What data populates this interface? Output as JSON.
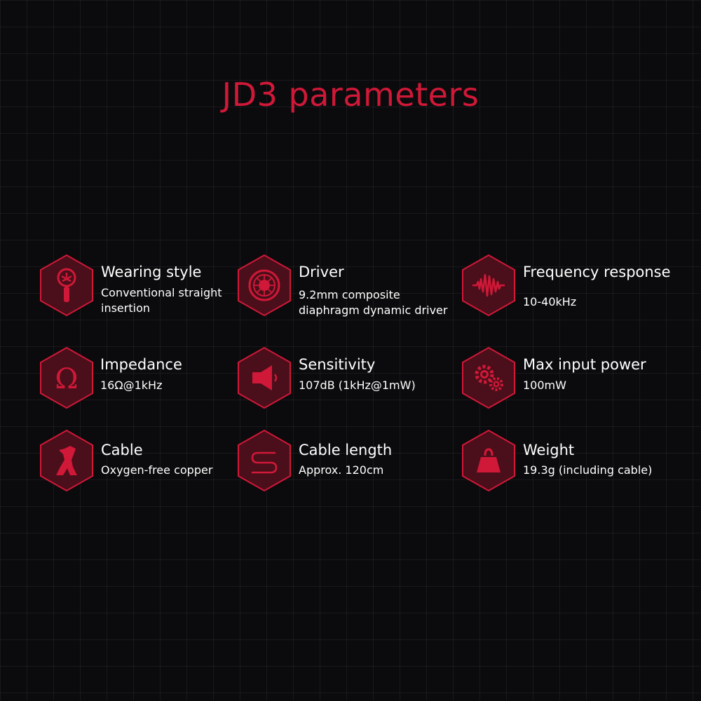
{
  "title": "JD3 parameters",
  "colors": {
    "accent": "#d01838",
    "hex_fill": "#4a0f1a",
    "background": "#0b0b0d",
    "text": "#ffffff"
  },
  "parameters": [
    {
      "label": "Wearing style",
      "value": "Conventional straight insertion",
      "icon": "earphone-icon"
    },
    {
      "label": "Driver",
      "value": "9.2mm composite diaphragm dynamic driver",
      "icon": "driver-icon"
    },
    {
      "label": "Frequency response",
      "value": "10-40kHz",
      "icon": "waveform-icon"
    },
    {
      "label": "Impedance",
      "value": "16Ω@1kHz",
      "icon": "omega-icon"
    },
    {
      "label": "Sensitivity",
      "value": "107dB (1kHz@1mW)",
      "icon": "speaker-icon"
    },
    {
      "label": "Max input power",
      "value": "100mW",
      "icon": "gears-icon"
    },
    {
      "label": "Cable",
      "value": "Oxygen-free copper",
      "icon": "cable-icon"
    },
    {
      "label": "Cable length",
      "value": "Approx. 120cm",
      "icon": "cable-length-icon"
    },
    {
      "label": "Weight",
      "value": "19.3g (including cable)",
      "icon": "weight-icon"
    }
  ]
}
